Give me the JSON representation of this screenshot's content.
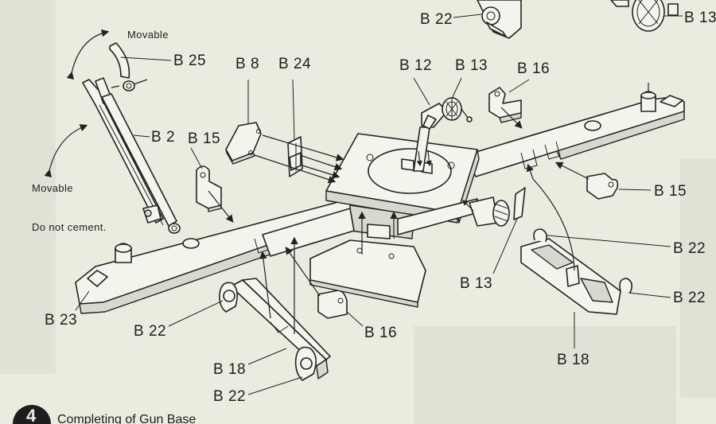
{
  "labels": {
    "b22_top": "B 22",
    "b13_top": "B 13",
    "movable_top": "Movable",
    "b25": "B 25",
    "b8": "B 8",
    "b24": "B 24",
    "b12": "B 12",
    "b13_mid": "B 13",
    "b16_top": "B 16",
    "b2": "B 2",
    "b15_left": "B 15",
    "movable_left": "Movable",
    "do_not_cement": "Do not cement.",
    "b15_right": "B 15",
    "b22_right1": "B 22",
    "b22_right2": "B 22",
    "b13_lower": "B 13",
    "b23": "B 23",
    "b22_lower": "B 22",
    "b16_lower": "B 16",
    "b18_left": "B 18",
    "b18_right": "B 18",
    "b22_bottom": "B 22"
  },
  "step": {
    "number": "4",
    "title": "Completing of Gun Base"
  }
}
